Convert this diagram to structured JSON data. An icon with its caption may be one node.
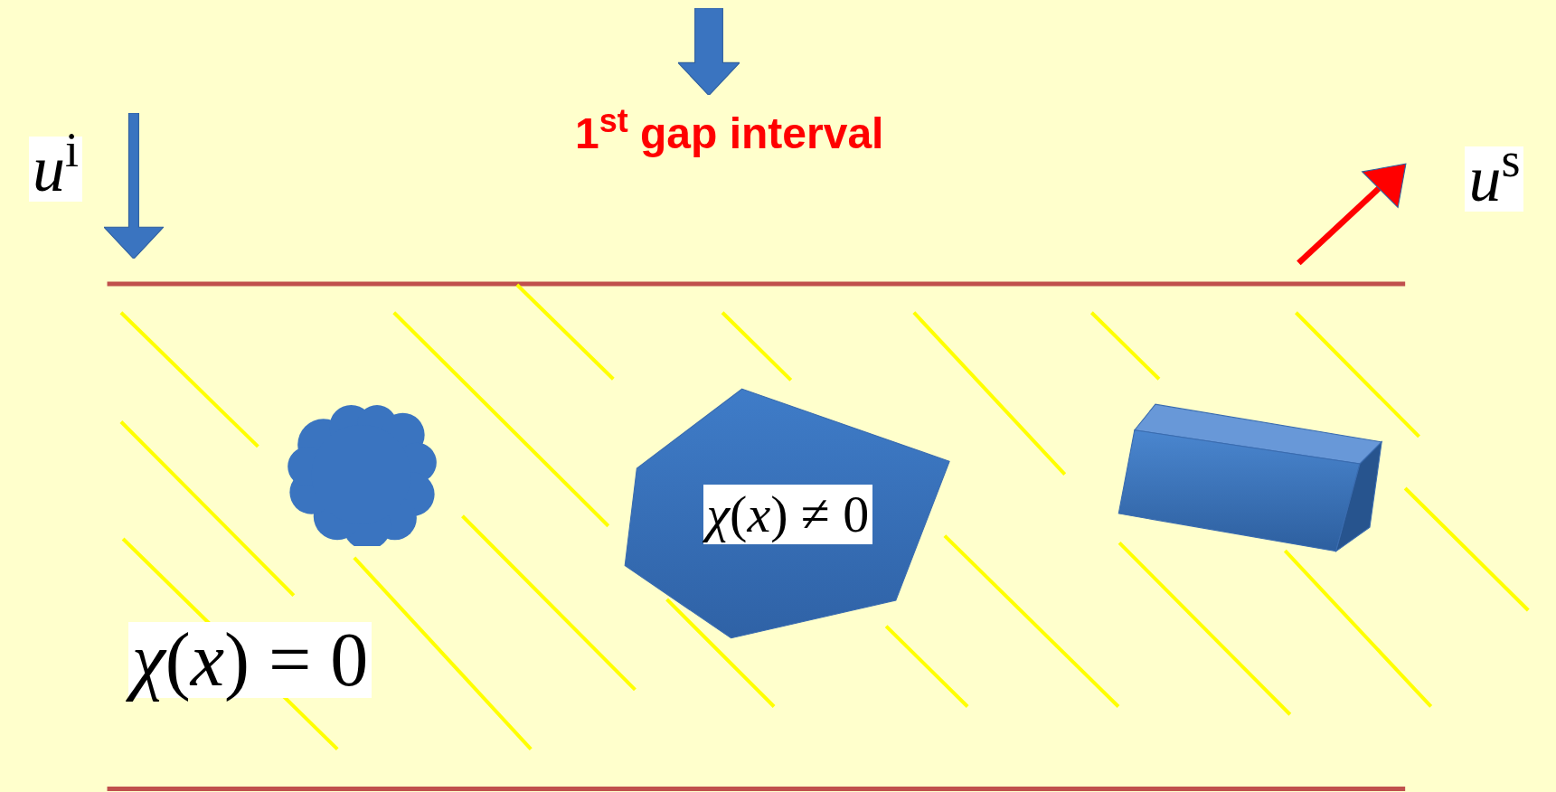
{
  "diagram": {
    "nodes": [
      {
        "text": [],
        "shape": "cloud"
      },
      {
        "text": [
          "*χ*(*x*) ≠ 0"
        ]
      },
      {
        "text": [],
        "shape": "box"
      }
    ],
    "labels": [
      "1$^{st}$ gap interval",
      "*u*$^{i}$",
      "*u*$^{s}$",
      "*χ*(*x*) = 0"
    ]
  }
}
